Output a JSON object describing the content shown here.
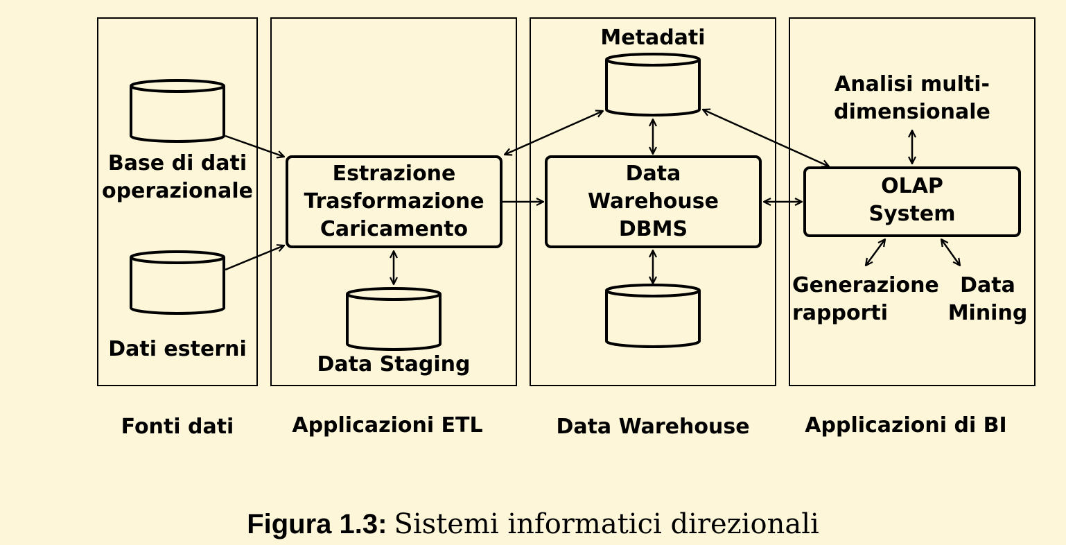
{
  "columns": {
    "fonti": "Fonti dati",
    "etl": "Applicazioni ETL",
    "dw": "Data Warehouse",
    "bi": "Applicazioni di BI"
  },
  "nodes": {
    "operational_db": [
      "Base di dati",
      "operazionale"
    ],
    "external_data": "Dati esterni",
    "etl_process": [
      "Estrazione",
      "Trasformazione",
      "Caricamento"
    ],
    "staging": "Data Staging",
    "metadata": "Metadati",
    "dw_dbms": [
      "Data",
      "Warehouse",
      "DBMS"
    ],
    "olap": [
      "OLAP",
      "System"
    ],
    "multidim": [
      "Analisi multi-",
      "dimensionale"
    ],
    "reports": [
      "Generazione",
      "rapporti"
    ],
    "mining": [
      "Data",
      "Mining"
    ]
  },
  "caption": {
    "label": "Figura 1.3:",
    "text": "Sistemi informatici direzionali"
  },
  "colors": {
    "background": "#fdf6d8",
    "stroke": "#000000"
  }
}
